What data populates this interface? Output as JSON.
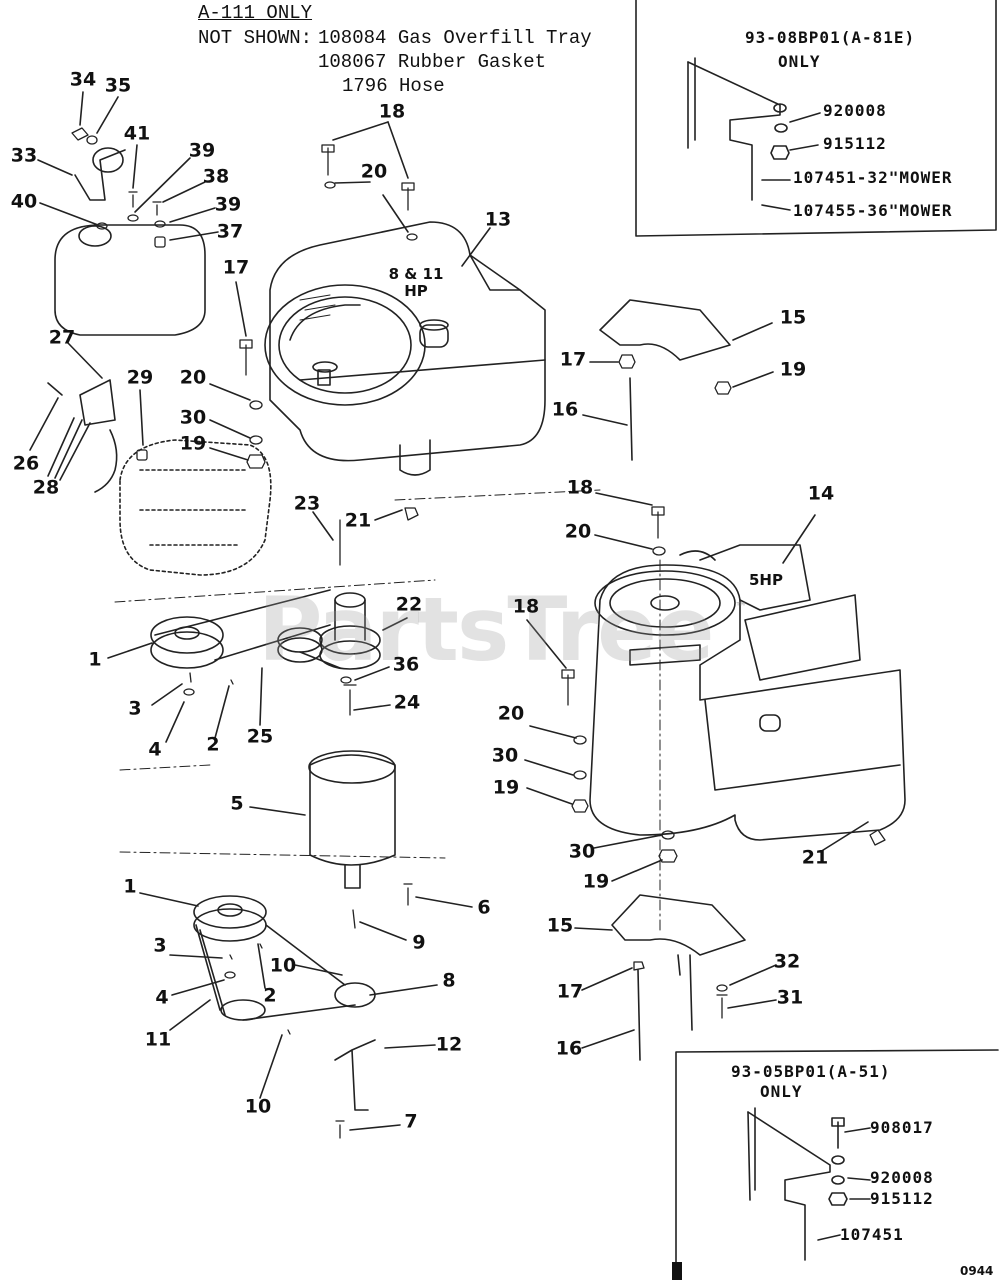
{
  "header": {
    "model_line": "A-111 ONLY",
    "not_shown_label": "NOT SHOWN:",
    "not_shown_items": [
      "108084 Gas Overfill Tray",
      "108067 Rubber Gasket",
      "1796 Hose"
    ]
  },
  "inset_top": {
    "title_line1": "93-08BP01(A-81E)",
    "title_line2": "ONLY",
    "parts": [
      "920008",
      "915112",
      "107451-32\"MOWER",
      "107455-36\"MOWER"
    ]
  },
  "inset_bottom": {
    "title_line1": "93-05BP01(A-51)",
    "title_line2": "ONLY",
    "parts": [
      "908017",
      "920008",
      "915112",
      "107451"
    ]
  },
  "engines": {
    "large_hp": "8 & 11 HP",
    "small_hp": "5HP"
  },
  "callouts": [
    "34",
    "35",
    "33",
    "41",
    "39",
    "38",
    "40",
    "39",
    "37",
    "18",
    "20",
    "13",
    "17",
    "27",
    "29",
    "20",
    "30",
    "19",
    "26",
    "28",
    "15",
    "17",
    "19",
    "16",
    "23",
    "21",
    "18",
    "14",
    "20",
    "22",
    "1",
    "36",
    "3",
    "4",
    "2",
    "25",
    "24",
    "18",
    "20",
    "30",
    "5",
    "19",
    "30",
    "19",
    "21",
    "6",
    "1",
    "9",
    "3",
    "2",
    "10",
    "8",
    "4",
    "11",
    "15",
    "32",
    "17",
    "31",
    "16",
    "12",
    "10",
    "7"
  ],
  "watermark": "PartsTree",
  "trademark": "™",
  "diagram_code": "0944"
}
